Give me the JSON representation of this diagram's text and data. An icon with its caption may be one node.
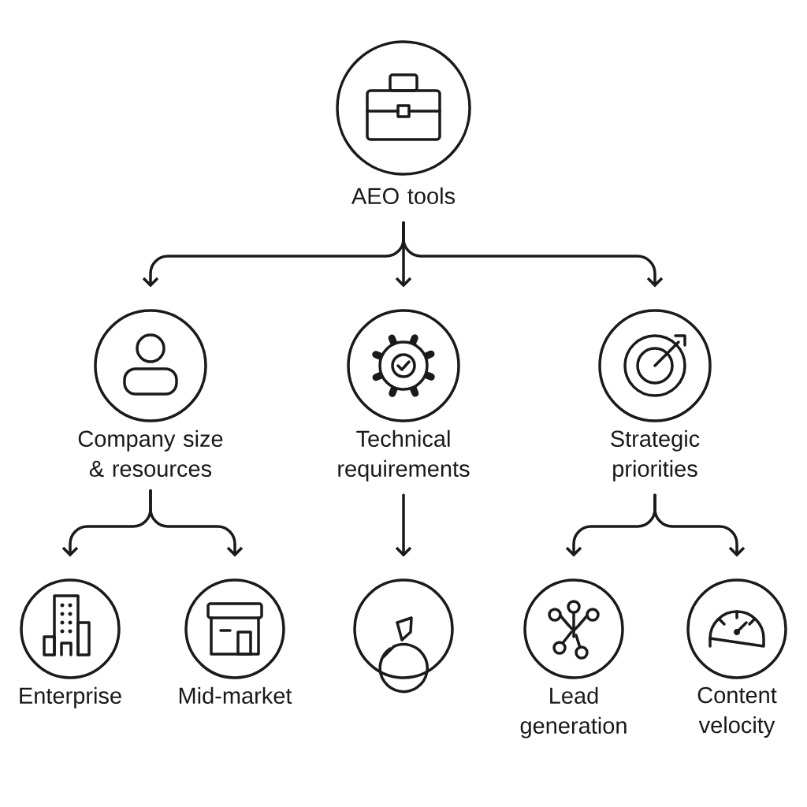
{
  "diagram": {
    "nodes": [
      {
        "text": [
          "AEO tools"
        ]
      },
      {
        "text": [
          "Company size & resources"
        ]
      },
      {
        "text": [
          "Technical requirements"
        ]
      },
      {
        "text": [
          "Strategic priorities"
        ]
      },
      {
        "text": [
          "Enterprise"
        ]
      },
      {
        "text": [
          "Mid-market"
        ]
      },
      {
        "text": [],
        "shape": "circle"
      },
      {
        "text": [
          "Lead generation"
        ]
      },
      {
        "text": [
          "Content velocity"
        ]
      }
    ],
    "edges": [
      {
        "from": 0,
        "to": 1,
        "arrow": "to"
      },
      {
        "from": 0,
        "to": 2,
        "arrow": "to"
      },
      {
        "from": 0,
        "to": 3,
        "arrow": "to"
      },
      {
        "from": 1,
        "to": 4,
        "arrow": "to"
      },
      {
        "from": 1,
        "to": 5,
        "arrow": "to"
      },
      {
        "from": 2,
        "to": 6,
        "arrow": "to"
      },
      {
        "from": 3,
        "to": 7,
        "arrow": "to"
      },
      {
        "from": 3,
        "to": 8,
        "arrow": "to"
      }
    ]
  }
}
